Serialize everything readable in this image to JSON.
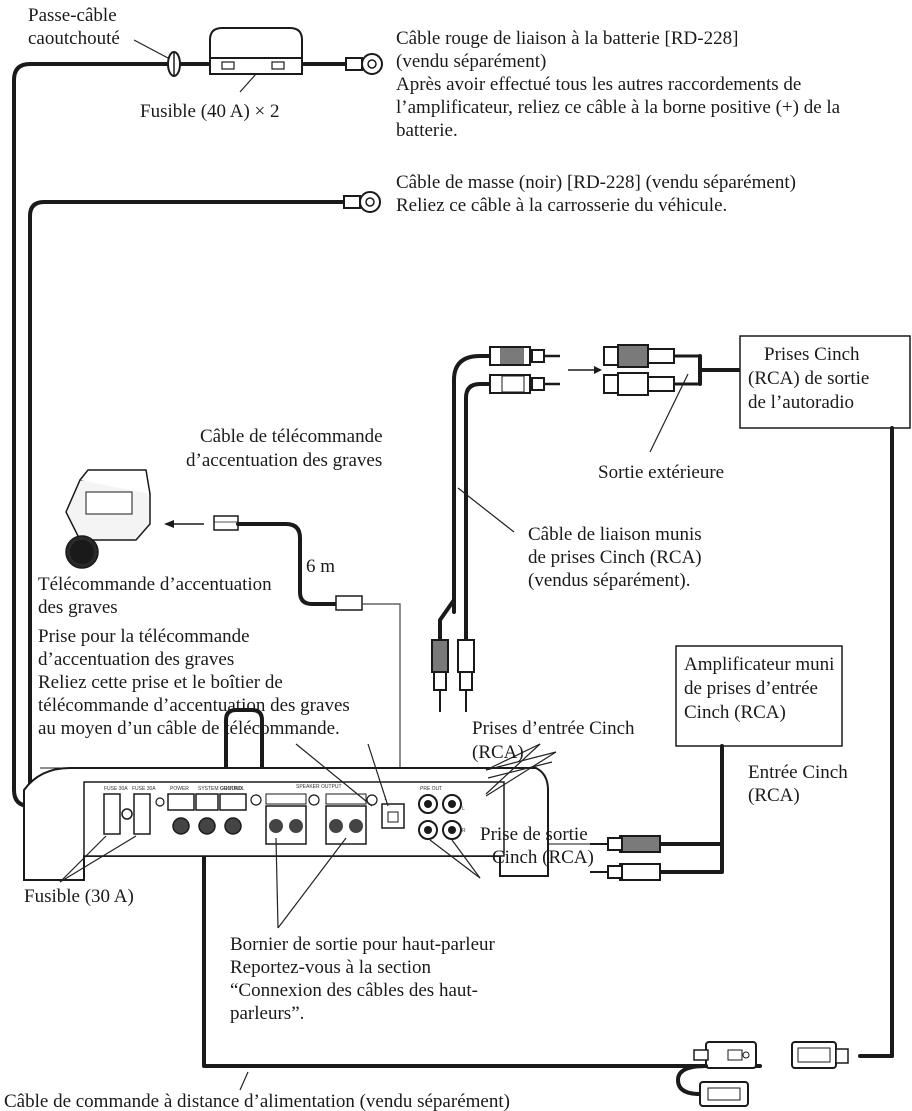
{
  "labels": {
    "grommet": [
      "Passe-câble",
      "caoutchouté"
    ],
    "battery_cable": [
      "Câble rouge de liaison à la batterie [RD-228]",
      "(vendu séparément)",
      "Après avoir effectué tous les autres raccordements de",
      "l’amplificateur, reliez ce câble à la borne positive (+) de la",
      "batterie."
    ],
    "fuse_40": "Fusible (40 A) × 2",
    "ground_cable": [
      "Câble de masse (noir) [RD-228] (vendu séparément)",
      "Reliez ce câble à la carrosserie du véhicule."
    ],
    "headunit_out": [
      "Prises Cinch",
      "(RCA) de sortie",
      "de l’autoradio"
    ],
    "ext_output": "Sortie extérieure",
    "bass_remote_cable": [
      "Câble de télécommande",
      "d’accentuation des graves"
    ],
    "length": "6 m",
    "bass_remote": [
      "Télécommande d’accentuation",
      "des graves"
    ],
    "rca_cables": [
      "Câble de liaison munis",
      "de prises Cinch (RCA)",
      "(vendus séparément)."
    ],
    "remote_jack": [
      "Prise pour la télécommande",
      "d’accentuation des graves",
      "Reliez cette prise et le boîtier de",
      "télécommande d’accentuation des graves",
      "au moyen d’un câble de télécommande."
    ],
    "rca_input_jacks": [
      "Prises d’entrée Cinch",
      "(RCA)"
    ],
    "other_amp": [
      "Amplificateur muni",
      "de prises d’entrée",
      "Cinch (RCA)"
    ],
    "rca_input": [
      "Entrée Cinch",
      "(RCA)"
    ],
    "rca_output": [
      "Prise de sortie",
      "Cinch (RCA)"
    ],
    "fuse_30": "Fusible (30 A)",
    "speaker_terminal": [
      "Bornier de sortie pour haut-parleur",
      "Reportez-vous à la section",
      "“Connexion des câbles des haut-",
      "parleurs”."
    ],
    "power_remote": "Câble de commande à distance d’alimentation (vendu séparément)"
  },
  "panel_marks": {
    "fuse1": "FUSE 30A",
    "fuse2": "FUSE 30A",
    "power": "POWER",
    "system_control": "SYSTEM CONTROL",
    "ground": "GROUND",
    "speaker_output": "SPEAKER OUTPUT",
    "pre_out": "PRE OUT",
    "ch_l": "L",
    "ch_r": "R",
    "ch_1": "1"
  }
}
